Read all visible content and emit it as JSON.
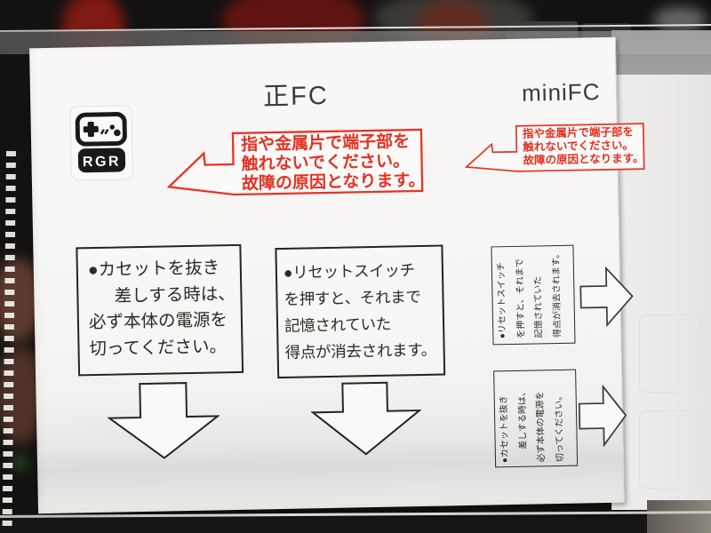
{
  "colors": {
    "warning_red": "#e73325",
    "ink_black": "#2b2a26",
    "box_border": "#26241f",
    "sheet_white": "#f7f6f4"
  },
  "logo": {
    "brand": "RGR",
    "icon": "game-controller"
  },
  "headers": {
    "fc": "正FC",
    "minifc": "miniFC"
  },
  "warning": {
    "line1": "指や金属片で端子部を",
    "line2": "触れないでください。",
    "line3": "故障の原因となります。"
  },
  "note_cassette": {
    "line1": "●カセットを抜き",
    "line2": "差しする時は、",
    "line3": "必ず本体の電源を",
    "line4": "切ってください。"
  },
  "note_reset": {
    "line1": "●リセットスイッチ",
    "line2": "を押すと、それまで",
    "line3": "記憶されていた",
    "line4": "得点が消去されます。"
  }
}
